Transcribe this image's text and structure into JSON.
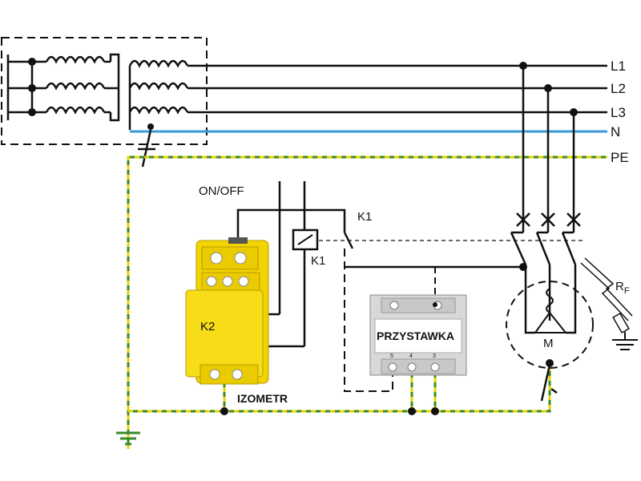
{
  "lines": {
    "l1": "L1",
    "l2": "L2",
    "l3": "L3",
    "n": "N",
    "pe": "PE"
  },
  "labels": {
    "on_off": "ON/OFF",
    "k1_contact": "K1",
    "k1_coil": "K1",
    "k2": "K2",
    "motor": "M",
    "rf_main": "R",
    "rf_sub": "F",
    "izometr": "IZOMETR",
    "przystawka": "PRZYSTAWKA",
    "terminal_5": "5",
    "terminal_4": "4",
    "terminal_3": "3"
  },
  "colors": {
    "wire": "#111111",
    "neutral": "#3a9ad9",
    "pe_green": "#3a8a2a",
    "pe_yellow": "#e8d200",
    "izometr_body": "#f2d500",
    "izometr_shade": "#c9a800",
    "przystawka_body": "#d8d8d8"
  }
}
